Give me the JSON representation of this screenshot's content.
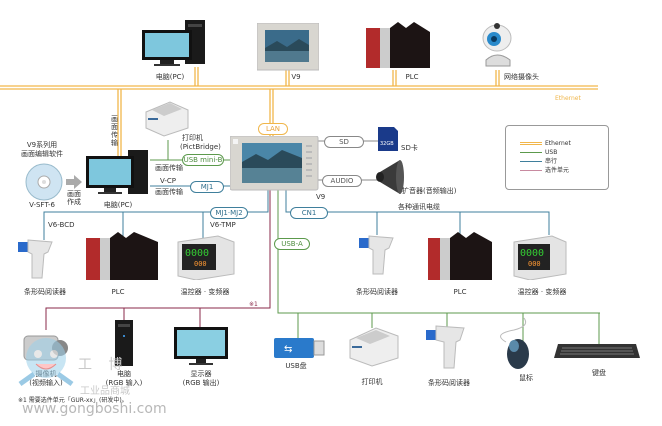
{
  "colors": {
    "ethernet": "#f2b64a",
    "usb": "#5c9a4c",
    "serial": "#3f7f9c",
    "option_unit": "#8a2a4a",
    "gray_link": "#888888"
  },
  "top_row": {
    "pc_label": "电脑(PC)",
    "v9_label": "V9",
    "plc_label": "PLC",
    "camera_label": "网络摄像头",
    "ethernet_label": "Ethernet"
  },
  "left_section": {
    "vertical_transfer": "画面传输",
    "software_title_1": "V9系列用",
    "software_title_2": "画面编辑软件",
    "software_name": "V-SFT-6",
    "create_1": "画面",
    "create_2": "作成",
    "pc_label": "电脑(PC)",
    "printer_label_1": "打印机",
    "printer_label_2": "(PictBridge)",
    "usb_mini_b": "USB mini-B",
    "transfer_usb": "画面传输",
    "vcp": "V-CP",
    "mj1": "MJ1",
    "transfer_mj1": "画面传输"
  },
  "center": {
    "lan": "LAN",
    "v9_label": "V9",
    "sd": "SD",
    "sd_card_label": "SD卡",
    "sd_card_text": "32GB",
    "audio": "AUDIO",
    "speaker_label": "扩音器(音频输出)",
    "mj1_mj2": "MJ1·MJ2",
    "cn1": "CN1",
    "usb_a": "USB-A",
    "cables_label": "各种通讯电缆"
  },
  "legend": {
    "items": [
      {
        "label": "Ethernet",
        "type": "ethernet"
      },
      {
        "label": "USB",
        "type": "usb"
      },
      {
        "label": "串行",
        "type": "serial"
      },
      {
        "label": "选件单元",
        "type": "option_unit"
      }
    ]
  },
  "mj_devices": {
    "v6bcd": "V6-BCD",
    "v6tmp": "V6-TMP",
    "barcode": "条形码阅读器",
    "plc": "PLC",
    "temp": "温控器 · 变频器"
  },
  "cn1_devices": {
    "barcode": "条形码阅读器",
    "plc": "PLC",
    "temp": "温控器 · 变频器"
  },
  "option_devices": {
    "note_mark": "※1",
    "camera_1": "摄像机",
    "camera_2": "(视频输入)",
    "pc_1": "电脑",
    "pc_2": "(RGB 输入)",
    "monitor_1": "显示器",
    "monitor_2": "(RGB 输出)",
    "footnote": "※1 需要选件单元「GUR-xx」(研发中)。"
  },
  "usb_devices": {
    "usb_drive": "USB盘",
    "printer": "打印机",
    "barcode": "条形码阅读器",
    "mouse": "鼠标",
    "keyboard": "键盘"
  },
  "watermark": {
    "brand": "工 博",
    "sub": "工业品商城",
    "url": "www.gongboshi.com"
  }
}
